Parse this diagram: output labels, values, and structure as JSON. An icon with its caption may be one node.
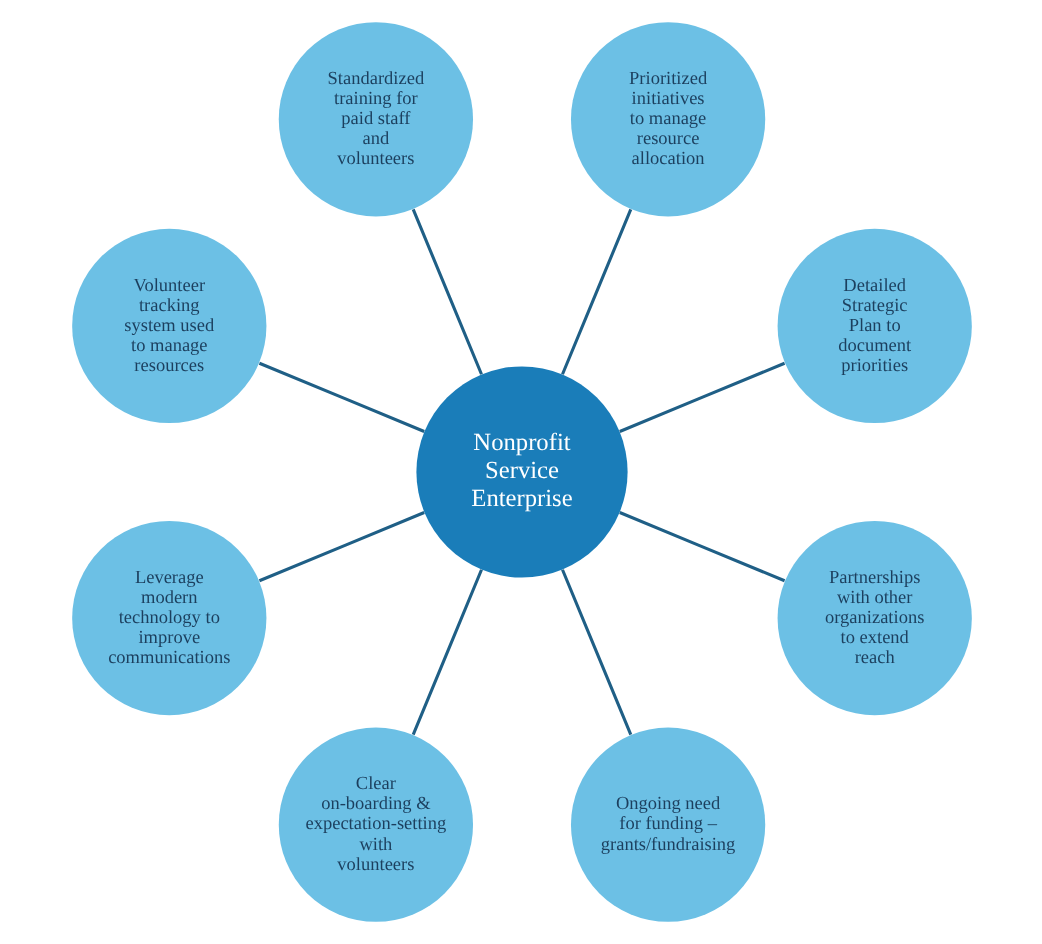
{
  "diagram": {
    "nodes": [
      {
        "text": [
          "Nonprofit Service Enterprise"
        ]
      },
      {
        "text": [
          "Detailed Strategic Plan to document priorities"
        ]
      },
      {
        "text": [
          "Prioritized initiatives to manage resource allocation"
        ]
      },
      {
        "text": [
          "Standardized training for paid staff and volunteers"
        ]
      },
      {
        "text": [
          "Volunteer tracking system used to manage resources"
        ]
      },
      {
        "text": [
          "Leverage modern technology to improve communications"
        ]
      },
      {
        "text": [
          "Clear on-boarding & expectation-setting with volunteers"
        ]
      },
      {
        "text": [
          "Ongoing need for funding – grants/fundraising"
        ]
      },
      {
        "text": [
          "Partnerships with other organizations to extend reach"
        ]
      }
    ],
    "edges": [
      {
        "from": 0,
        "to": 1,
        "arrow": "none"
      },
      {
        "from": 0,
        "to": 2,
        "arrow": "none"
      },
      {
        "from": 0,
        "to": 3,
        "arrow": "none"
      },
      {
        "from": 0,
        "to": 4,
        "arrow": "none"
      },
      {
        "from": 0,
        "to": 5,
        "arrow": "none"
      },
      {
        "from": 0,
        "to": 6,
        "arrow": "none"
      },
      {
        "from": 0,
        "to": 7,
        "arrow": "none"
      },
      {
        "from": 0,
        "to": 8,
        "arrow": "none"
      }
    ]
  }
}
